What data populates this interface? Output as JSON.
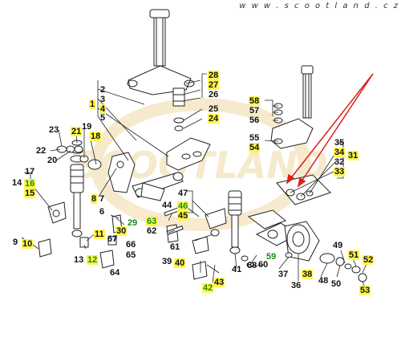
{
  "header": {
    "site": "w w w . s c o o t l a n d . c z"
  },
  "watermark": {
    "text": "SCOOTLAND"
  },
  "diagram": {
    "colors": {
      "yellow_highlight": "#fff64d",
      "green_text": "#1a8a1a",
      "arrow": "#d9211c",
      "line": "#222222",
      "watermark": "#f0d9a6"
    },
    "labels": {
      "l1": "1",
      "l2": "2",
      "l3": "3",
      "l4": "4",
      "l5": "5",
      "l6": "6",
      "l7": "7",
      "l8": "8",
      "l9": "9",
      "l10": "10",
      "l11": "11",
      "l12": "12",
      "l13": "13",
      "l14": "14",
      "l15": "15",
      "l16": "16",
      "l17": "17",
      "l18": "18",
      "l19": "19",
      "l20": "20",
      "l21": "21",
      "l22": "22",
      "l23": "23",
      "l24": "24",
      "l25": "25",
      "l26": "26",
      "l27": "27",
      "l28": "28",
      "l29": "29",
      "l30": "30",
      "l31": "31",
      "l32": "32",
      "l33": "33",
      "l34": "34",
      "l35": "35",
      "l36": "36",
      "l37": "37",
      "l38": "38",
      "l39": "39",
      "l40": "40",
      "l41": "41",
      "l42": "42",
      "l43": "43",
      "l44": "44",
      "l45": "45",
      "l46": "46",
      "l47": "47",
      "l48": "48",
      "l49": "49",
      "l50": "50",
      "l51": "51",
      "l52": "52",
      "l53": "53",
      "l54": "54",
      "l55": "55",
      "l56": "56",
      "l57": "57",
      "l58": "58",
      "l59": "59",
      "l60": "60",
      "l61": "61",
      "l62": "62",
      "l63": "63",
      "l64": "64",
      "l65": "65",
      "l66": "66",
      "l67": "67",
      "l68": "68"
    }
  }
}
